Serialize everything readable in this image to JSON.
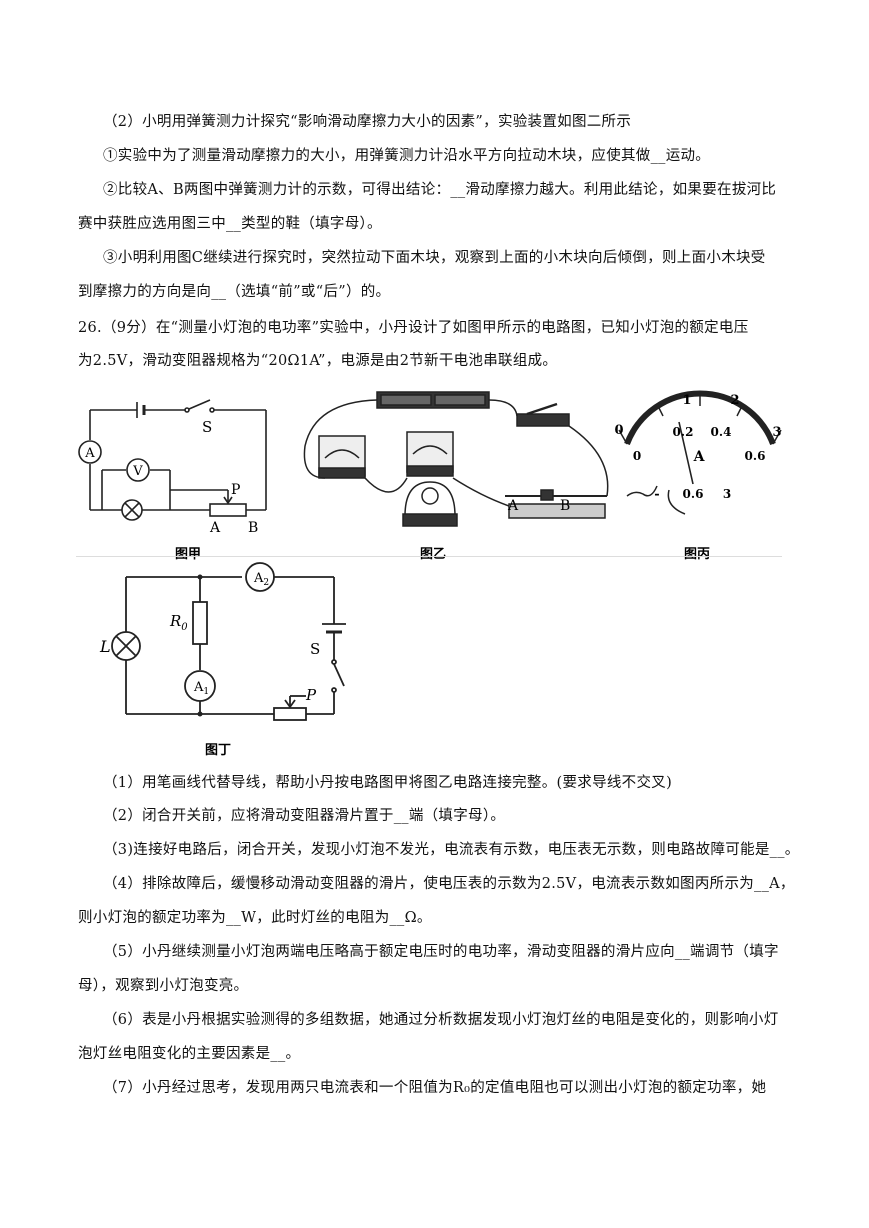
{
  "section1": {
    "lines": [
      "（2）小明用弹簧测力计探究“影响滑动摩擦力大小的因素”，实验装置如图二所示",
      "①实验中为了测量滑动摩擦力的大小，用弹簧测力计沿水平方向拉动木块，应使其做__运动。",
      "②比较A、B两图中弹簧测力计的示数，可得出结论：__滑动摩擦力越大。利用此结论，如果要在拔河比",
      "赛中获胜应选用图三中__类型的鞋（填字母）。",
      "③小明利用图C继续进行探究时，突然拉动下面木块，观察到上面的小木块向后倾倒，则上面小木块受",
      "到摩擦力的方向是向__（选填“前”或“后”）的。"
    ]
  },
  "question26": {
    "line1": "26.（9分）在“测量小灯泡的电功率”实验中，小丹设计了如图甲所示的电路图，已知小灯泡的额定电压",
    "line2": "为2.5V，滑动变阻器规格为“20Ω1A”，电源是由2节新干电池串联组成。"
  },
  "figures": {
    "jia": {
      "caption": "图甲",
      "switch": "S",
      "ammeter": "A",
      "voltmeter": "V",
      "slider": "P",
      "end_a": "A",
      "end_b": "B"
    },
    "yi": {
      "caption": "图乙",
      "end_a": "A",
      "end_b": "B"
    },
    "bing": {
      "caption": "图丙",
      "top_labels": [
        "0",
        "1",
        "2",
        "3"
      ],
      "bottom_labels": [
        "0",
        "0.2",
        "0.4",
        "0.6"
      ],
      "unit": "A",
      "terminals": [
        "-",
        "0.6",
        "3"
      ]
    },
    "ding": {
      "caption": "图丁",
      "lamp": "L",
      "resistor": "R",
      "resistor_sub": "0",
      "a1": "A",
      "a1_sub": "1",
      "a2": "A",
      "a2_sub": "2",
      "switch": "S",
      "slider": "P"
    }
  },
  "subquestions": {
    "lines": [
      "（1）用笔画线代替导线，帮助小丹按电路图甲将图乙电路连接完整。(要求导线不交叉)",
      "（2）闭合开关前，应将滑动变阻器滑片置于__端（填字母）。",
      "（3)连接好电路后，闭合开关，发现小灯泡不发光，电流表有示数，电压表无示数，则电路故障可能是__。",
      "（4）排除故障后，缓慢移动滑动变阻器的滑片，使电压表的示数为2.5V，电流表示数如图丙所示为__A，",
      "则小灯泡的额定功率为__W，此时灯丝的电阻为__Ω。",
      "（5）小丹继续测量小灯泡两端电压略高于额定电压时的电功率，滑动变阻器的滑片应向__端调节（填字",
      "母），观察到小灯泡变亮。",
      "（6）表是小丹根据实验测得的多组数据，她通过分析数据发现小灯泡灯丝的电阻是变化的，则影响小灯",
      "泡灯丝电阻变化的主要因素是__。",
      "（7）小丹经过思考，发现用两只电流表和一个阻值为R₀的定值电阻也可以测出小灯泡的额定功率，她"
    ]
  }
}
